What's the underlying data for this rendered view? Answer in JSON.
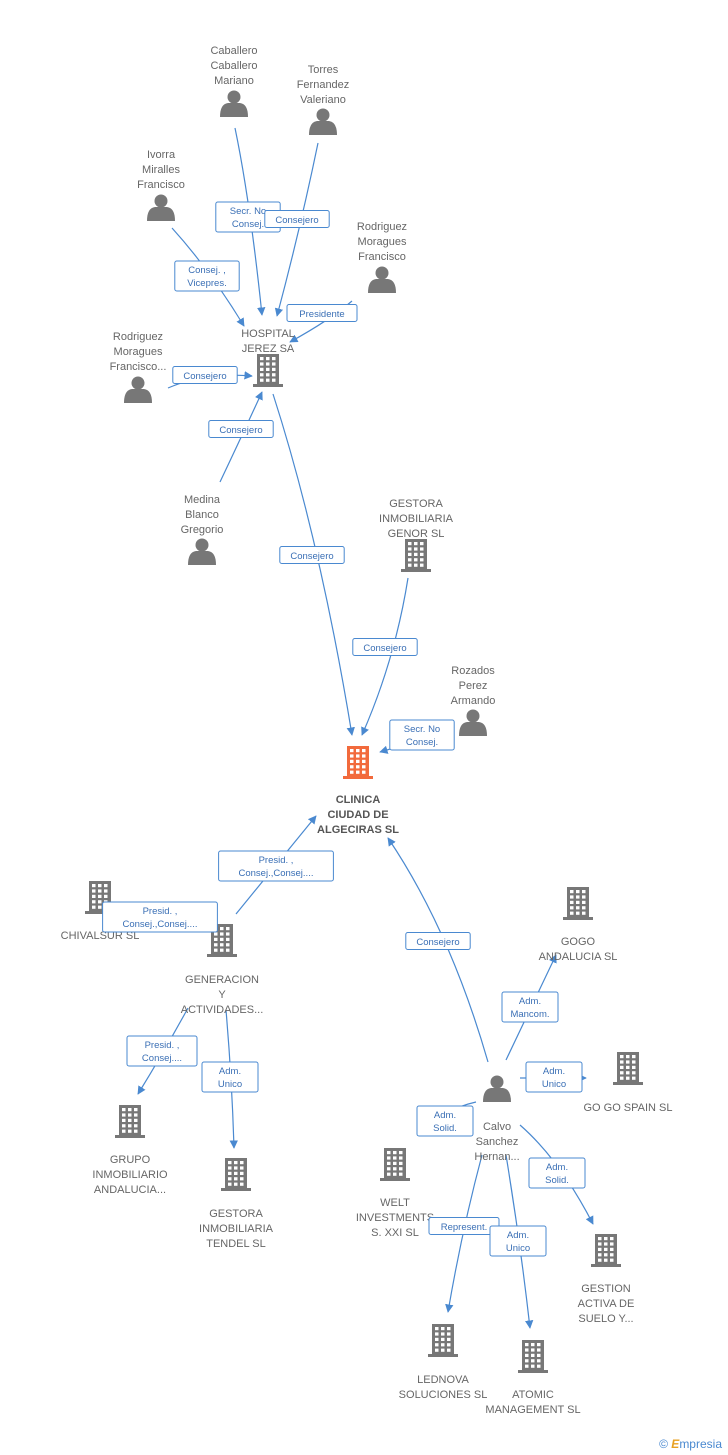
{
  "colors": {
    "edge": "#4a89d0",
    "node": "#777777",
    "main_node": "#f26a3c",
    "label": "#666666"
  },
  "nodes": [
    {
      "id": "caballero",
      "type": "person",
      "label": [
        "Caballero",
        "Caballero",
        "Mariano"
      ]
    },
    {
      "id": "torres",
      "type": "person",
      "label": [
        "Torres",
        "Fernandez",
        "Valeriano"
      ]
    },
    {
      "id": "ivorra",
      "type": "person",
      "label": [
        "Ivorra",
        "Miralles",
        "Francisco"
      ]
    },
    {
      "id": "rodriguez1",
      "type": "person",
      "label": [
        "Rodriguez",
        "Moragues",
        "Francisco"
      ]
    },
    {
      "id": "rodriguez2",
      "type": "person",
      "label": [
        "Rodriguez",
        "Moragues",
        "Francisco..."
      ]
    },
    {
      "id": "hospital",
      "type": "company",
      "label": [
        "HOSPITAL",
        "JEREZ SA"
      ]
    },
    {
      "id": "medina",
      "type": "person",
      "label": [
        "Medina",
        "Blanco",
        "Gregorio"
      ]
    },
    {
      "id": "gestora_genor",
      "type": "company",
      "label": [
        "GESTORA",
        "INMOBILIARIA",
        "GENOR  SL"
      ]
    },
    {
      "id": "rozados",
      "type": "person",
      "label": [
        "Rozados",
        "Perez",
        "Armando"
      ]
    },
    {
      "id": "clinica",
      "type": "main",
      "label": [
        "CLINICA",
        "CIUDAD DE",
        "ALGECIRAS SL"
      ]
    },
    {
      "id": "chivalsur",
      "type": "company",
      "label": [
        "CHIVALSUR SL"
      ]
    },
    {
      "id": "generacion",
      "type": "company",
      "label": [
        "GENERACION",
        "Y",
        "ACTIVIDADES..."
      ]
    },
    {
      "id": "gogo_and",
      "type": "company",
      "label": [
        "GOGO",
        "ANDALUCIA SL"
      ]
    },
    {
      "id": "gogo_spain",
      "type": "company",
      "label": [
        "GO GO SPAIN SL"
      ]
    },
    {
      "id": "calvo",
      "type": "person",
      "label": [
        "Calvo",
        "Sanchez",
        "Hernan..."
      ]
    },
    {
      "id": "grupo",
      "type": "company",
      "label": [
        "GRUPO",
        "INMOBILIARIO",
        "ANDALUCIA..."
      ]
    },
    {
      "id": "tendel",
      "type": "company",
      "label": [
        "GESTORA",
        "INMOBILIARIA",
        "TENDEL  SL"
      ]
    },
    {
      "id": "welt",
      "type": "company",
      "label": [
        "WELT",
        "INVESTMENTS",
        "S.  XXI SL"
      ]
    },
    {
      "id": "gestion",
      "type": "company",
      "label": [
        "GESTION",
        "ACTIVA DE",
        "SUELO Y..."
      ]
    },
    {
      "id": "lednova",
      "type": "company",
      "label": [
        "LEDNOVA",
        "SOLUCIONES SL"
      ]
    },
    {
      "id": "atomic",
      "type": "company",
      "label": [
        "ATOMIC",
        "MANAGEMENT SL"
      ]
    }
  ],
  "edges": [
    {
      "from": "caballero",
      "to": "hospital",
      "label": [
        "Secr.  No",
        "Consej."
      ]
    },
    {
      "from": "torres",
      "to": "hospital",
      "label": [
        "Consejero"
      ]
    },
    {
      "from": "ivorra",
      "to": "hospital",
      "label": [
        "Consej. ,",
        "Vicepres."
      ]
    },
    {
      "from": "rodriguez1",
      "to": "hospital",
      "label": [
        "Presidente"
      ]
    },
    {
      "from": "rodriguez2",
      "to": "hospital",
      "label": [
        "Consejero"
      ]
    },
    {
      "from": "medina",
      "to": "hospital",
      "label": [
        "Consejero"
      ]
    },
    {
      "from": "hospital",
      "to": "clinica",
      "label": [
        "Consejero"
      ]
    },
    {
      "from": "gestora_genor",
      "to": "clinica",
      "label": [
        "Consejero"
      ]
    },
    {
      "from": "rozados",
      "to": "clinica",
      "label": [
        "Secr.  No",
        "Consej."
      ]
    },
    {
      "from": "generacion",
      "to": "clinica",
      "label": [
        "Presid. ,",
        "Consej.,Consej...."
      ]
    },
    {
      "from": "chivalsur",
      "to": "generacion",
      "label": [
        "Presid. ,",
        "Consej.,Consej...."
      ]
    },
    {
      "from": "calvo",
      "to": "clinica",
      "label": [
        "Consejero"
      ]
    },
    {
      "from": "calvo",
      "to": "gogo_and",
      "label": [
        "Adm.",
        "Mancom."
      ]
    },
    {
      "from": "calvo",
      "to": "gogo_spain",
      "label": [
        "Adm.",
        "Unico"
      ]
    },
    {
      "from": "calvo",
      "to": "welt",
      "label": [
        "Adm.",
        "Solid."
      ]
    },
    {
      "from": "calvo",
      "to": "gestion",
      "label": [
        "Adm.",
        "Solid."
      ]
    },
    {
      "from": "calvo",
      "to": "lednova",
      "label": [
        "Represent."
      ]
    },
    {
      "from": "calvo",
      "to": "atomic",
      "label": [
        "Adm.",
        "Unico"
      ]
    },
    {
      "from": "generacion",
      "to": "grupo",
      "label": [
        "Presid. ,",
        "Consej...."
      ]
    },
    {
      "from": "generacion",
      "to": "tendel",
      "label": [
        "Adm.",
        "Unico"
      ]
    }
  ],
  "brand": {
    "symbol": "©",
    "initial": "E",
    "rest": "mpresia"
  }
}
